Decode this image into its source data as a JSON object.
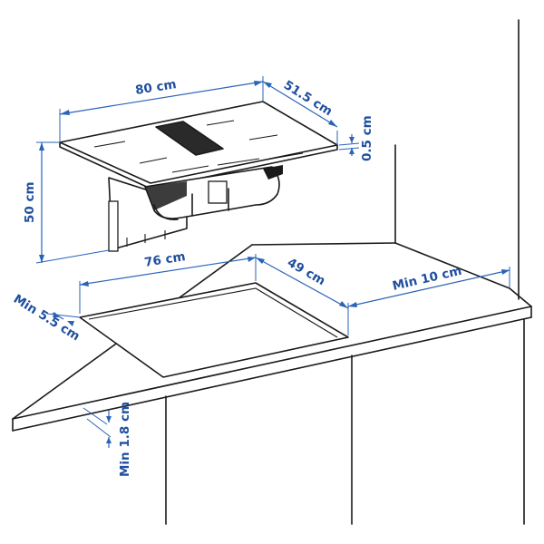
{
  "labels": {
    "hob_width": "80 cm",
    "hob_depth": "51.5 cm",
    "hob_thickness": "0.5 cm",
    "total_height": "50 cm",
    "cutout_width": "76 cm",
    "cutout_depth": "49 cm",
    "min_wall_clearance": "Min 10 cm",
    "min_front_clearance": "Min 5.5 cm",
    "min_worktop_thickness": "Min 1.8 cm"
  },
  "colors": {
    "dimension": "#1f4f9e",
    "outline": "#1a1a1a"
  }
}
